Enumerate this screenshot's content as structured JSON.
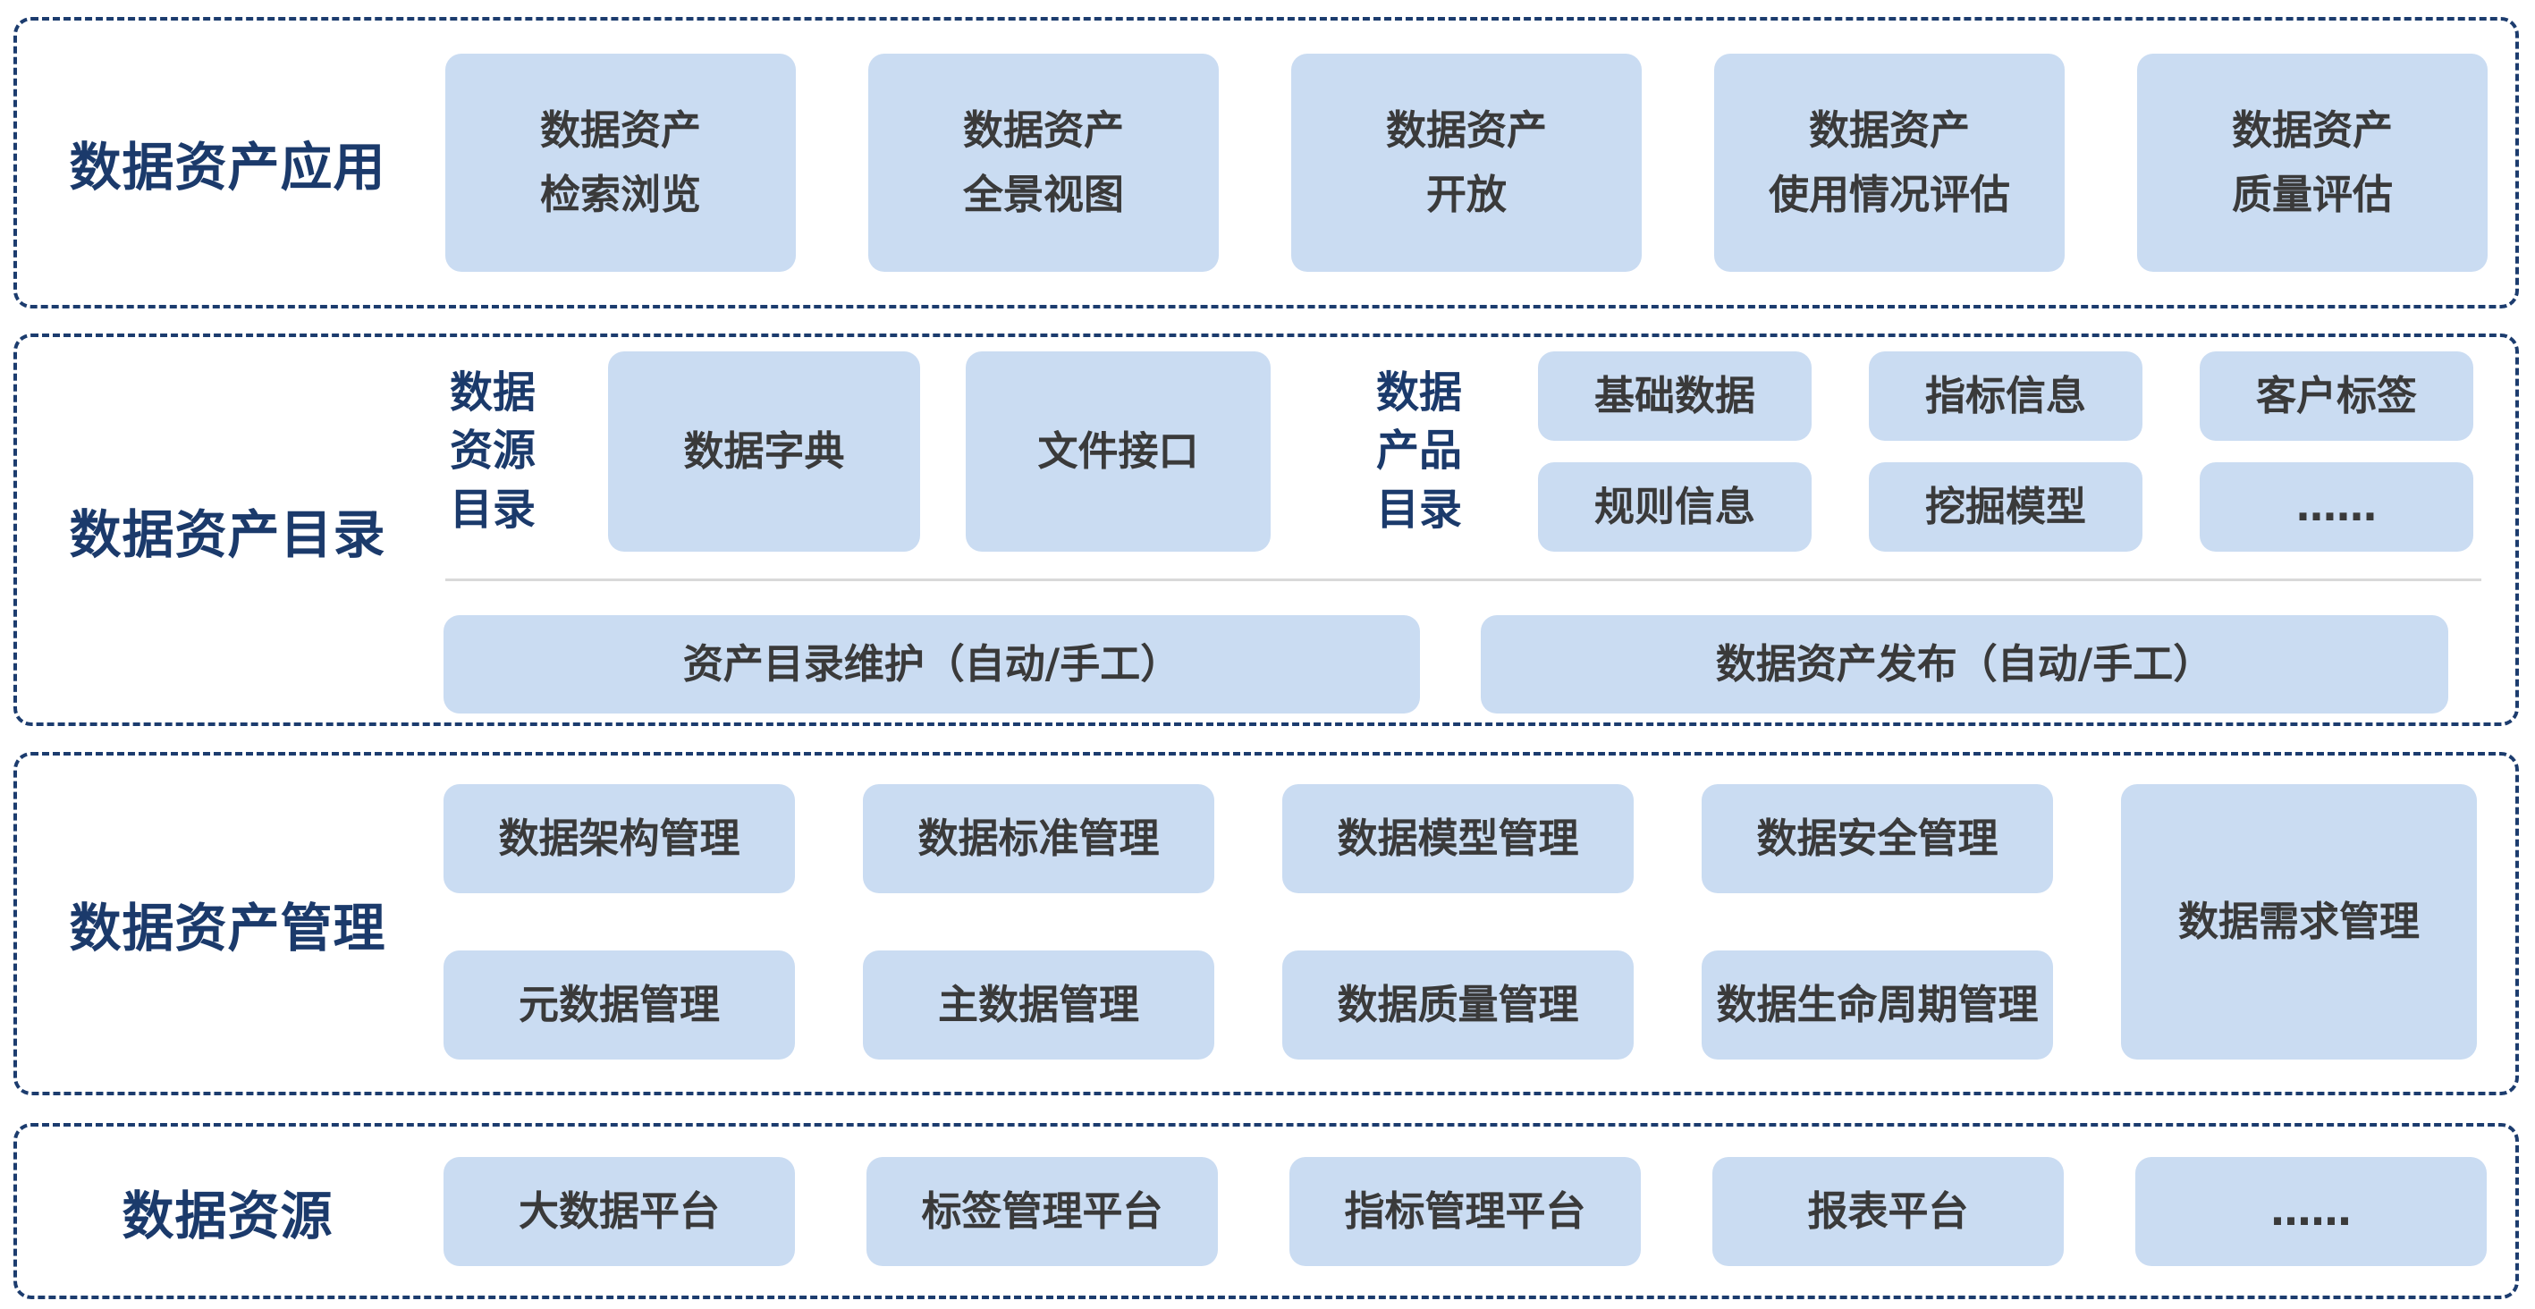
{
  "colors": {
    "navy_border": "#1c3c6e",
    "navy_text": "#1b3a6b",
    "box_fill": "#cadcf2",
    "box_text": "#3a3a3a",
    "divider": "#d9d9d9",
    "background": "#ffffff"
  },
  "layers": {
    "application": {
      "label": "数据资产应用",
      "boxes": [
        {
          "label": "数据资产\n检索浏览"
        },
        {
          "label": "数据资产\n全景视图"
        },
        {
          "label": "数据资产\n开放"
        },
        {
          "label": "数据资产\n使用情况评估"
        },
        {
          "label": "数据资产\n质量评估"
        }
      ]
    },
    "catalog": {
      "label": "数据资产目录",
      "resource_catalog": {
        "label": "数据\n资源\n目录",
        "boxes": [
          {
            "label": "数据字典"
          },
          {
            "label": "文件接口"
          }
        ]
      },
      "product_catalog": {
        "label": "数据\n产品\n目录",
        "boxes": [
          {
            "label": "基础数据"
          },
          {
            "label": "指标信息"
          },
          {
            "label": "客户标签"
          },
          {
            "label": "规则信息"
          },
          {
            "label": "挖掘模型"
          },
          {
            "label": "……"
          }
        ]
      },
      "process_boxes": [
        {
          "label": "资产目录维护（自动/手工）"
        },
        {
          "label": "数据资产发布（自动/手工）"
        }
      ]
    },
    "management": {
      "label": "数据资产管理",
      "tall_box": {
        "label": "数据需求管理"
      },
      "boxes": [
        {
          "label": "数据架构管理"
        },
        {
          "label": "数据标准管理"
        },
        {
          "label": "数据模型管理"
        },
        {
          "label": "数据安全管理"
        },
        {
          "label": "元数据管理"
        },
        {
          "label": "主数据管理"
        },
        {
          "label": "数据质量管理"
        },
        {
          "label": "数据生命周期管理"
        }
      ]
    },
    "resource": {
      "label": "数据资源",
      "boxes": [
        {
          "label": "大数据平台"
        },
        {
          "label": "标签管理平台"
        },
        {
          "label": "指标管理平台"
        },
        {
          "label": "报表平台"
        },
        {
          "label": "……"
        }
      ]
    }
  }
}
